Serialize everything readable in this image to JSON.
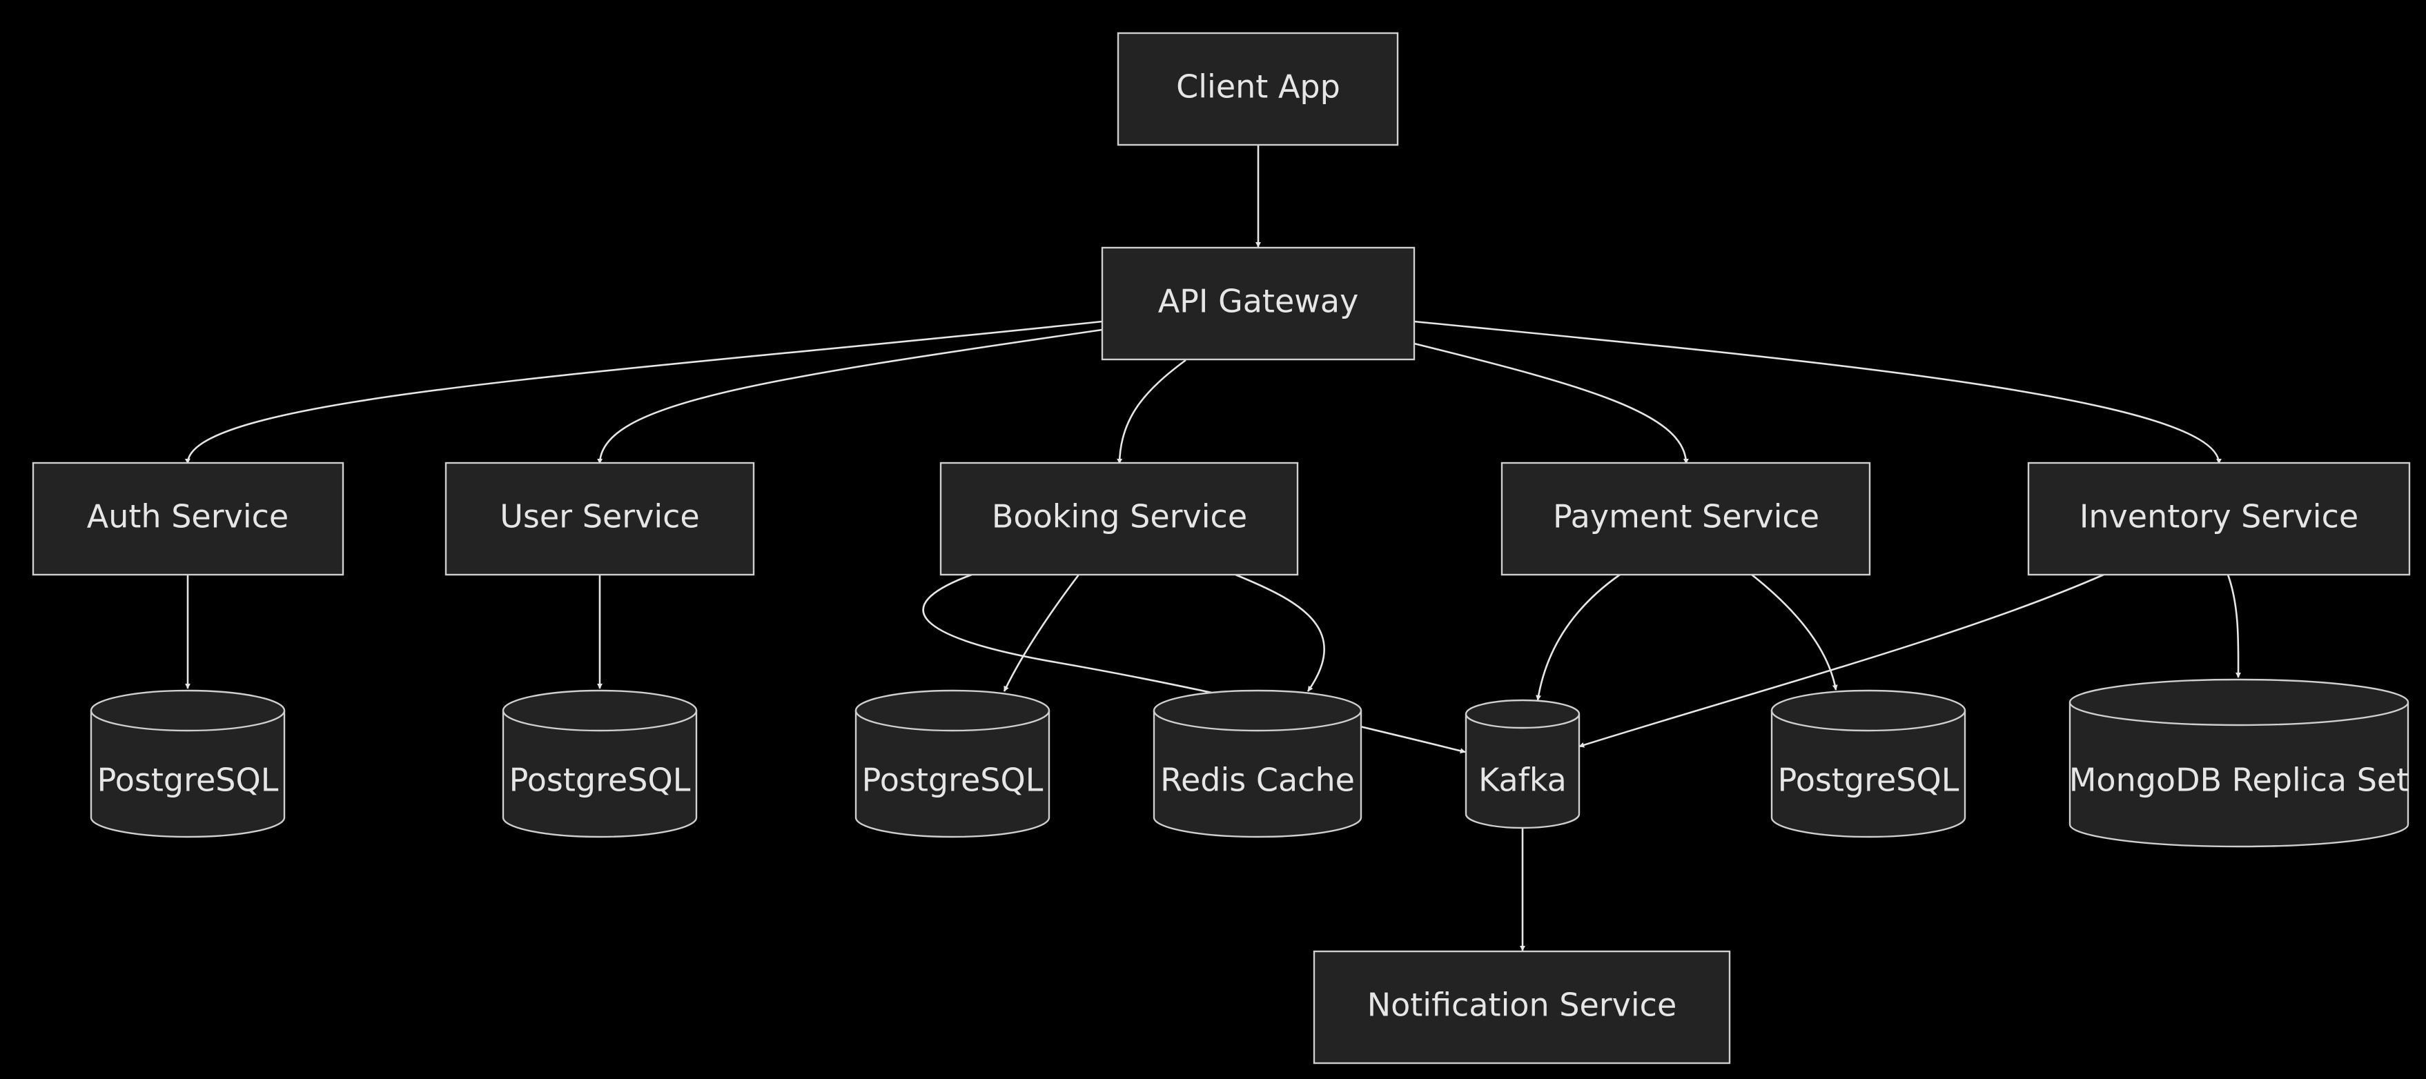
{
  "colors": {
    "background": "#000000",
    "node_fill": "#222322",
    "node_stroke": "#cfcfcf",
    "edge": "#e6e6e6",
    "text": "#e6e6e6"
  },
  "nodes": {
    "client_app": "Client App",
    "api_gateway": "API Gateway",
    "auth_service": "Auth Service",
    "user_service": "User Service",
    "booking_service": "Booking Service",
    "payment_service": "Payment Service",
    "inventory_service": "Inventory Service",
    "auth_db": "PostgreSQL",
    "user_db": "PostgreSQL",
    "booking_db": "PostgreSQL",
    "redis_cache": "Redis Cache",
    "kafka": "Kafka",
    "payment_db": "PostgreSQL",
    "mongodb": "MongoDB Replica Set",
    "notification_service": "Notification Service"
  },
  "edges": [
    {
      "from": "client_app",
      "to": "api_gateway"
    },
    {
      "from": "api_gateway",
      "to": "auth_service"
    },
    {
      "from": "api_gateway",
      "to": "user_service"
    },
    {
      "from": "api_gateway",
      "to": "booking_service"
    },
    {
      "from": "api_gateway",
      "to": "payment_service"
    },
    {
      "from": "api_gateway",
      "to": "inventory_service"
    },
    {
      "from": "auth_service",
      "to": "auth_db"
    },
    {
      "from": "user_service",
      "to": "user_db"
    },
    {
      "from": "booking_service",
      "to": "booking_db"
    },
    {
      "from": "booking_service",
      "to": "redis_cache"
    },
    {
      "from": "booking_service",
      "to": "kafka"
    },
    {
      "from": "payment_service",
      "to": "kafka"
    },
    {
      "from": "payment_service",
      "to": "payment_db"
    },
    {
      "from": "inventory_service",
      "to": "kafka"
    },
    {
      "from": "inventory_service",
      "to": "mongodb"
    },
    {
      "from": "kafka",
      "to": "notification_service"
    }
  ]
}
